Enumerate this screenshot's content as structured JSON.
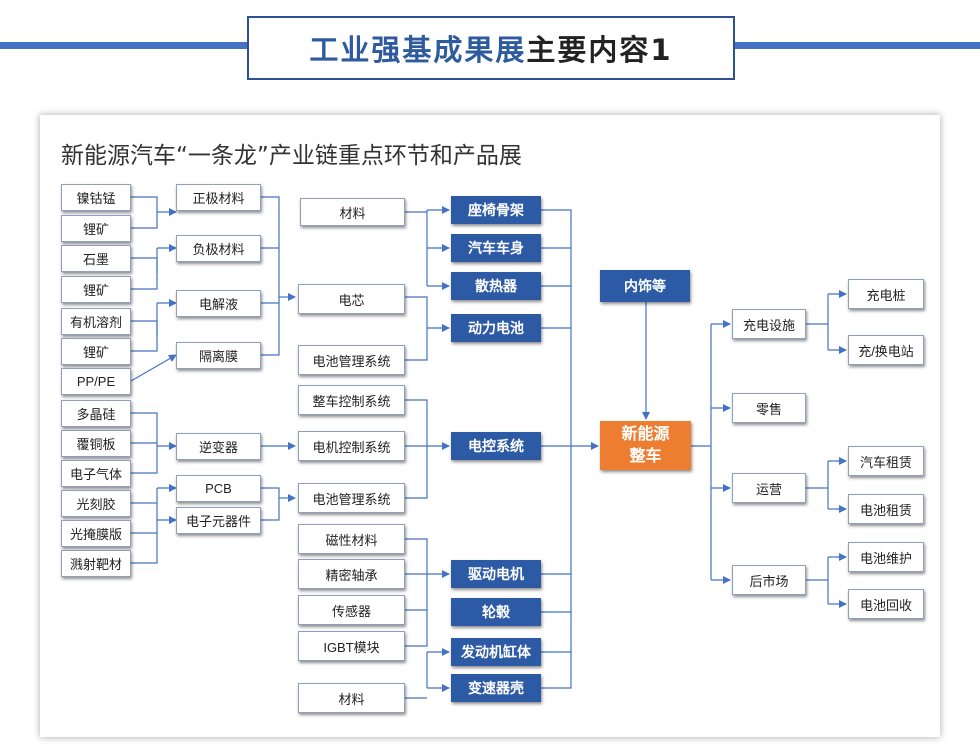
{
  "header": {
    "title_blue": "工业强基成果展",
    "title_dark": "主要内容1"
  },
  "subtitle": "新能源汽车“一条龙”产业链重点环节和产品展",
  "nodes": {
    "b1": "镍钴锰",
    "b2": "锂矿",
    "b3": "石墨",
    "b4": "锂矿",
    "b5": "有机溶剂",
    "b6": "锂矿",
    "b7": "PP/PE",
    "b8": "多晶硅",
    "b9": "覆铜板",
    "b10": "电子气体",
    "b11": "光刻胶",
    "b12": "光掩膜版",
    "b13": "溅射靶材",
    "c1": "正极材料",
    "c2": "负极材料",
    "c3": "电解液",
    "c4": "隔离膜",
    "c5": "逆变器",
    "c6": "PCB",
    "c7": "电子元器件",
    "d1": "材料",
    "d2": "电芯",
    "d3": "电池管理系统",
    "d4": "整车控制系统",
    "d5": "电机控制系统",
    "d6": "电池管理系统",
    "d7": "磁性材料",
    "d8": "精密轴承",
    "d9": "传感器",
    "d10": "IGBT模块",
    "d11": "材料",
    "e1": "座椅骨架",
    "e2": "汽车车身",
    "e3": "散热器",
    "e4": "动力电池",
    "e5": "电控系统",
    "e6": "驱动电机",
    "e7": "轮毂",
    "e8": "发动机缸体",
    "e9": "变速器壳",
    "f1": "内饰等",
    "f2a": "新能源",
    "f2b": "整车",
    "g1": "充电设施",
    "g2": "零售",
    "g3": "运营",
    "g4": "后市场",
    "h1": "充电桩",
    "h2": "充/换电站",
    "h3": "汽车租赁",
    "h4": "电池租赁",
    "h5": "电池维护",
    "h6": "电池回收"
  },
  "colors": {
    "accent": "#2d5aa5",
    "highlight": "#ed7d31",
    "line": "#4472c4"
  }
}
